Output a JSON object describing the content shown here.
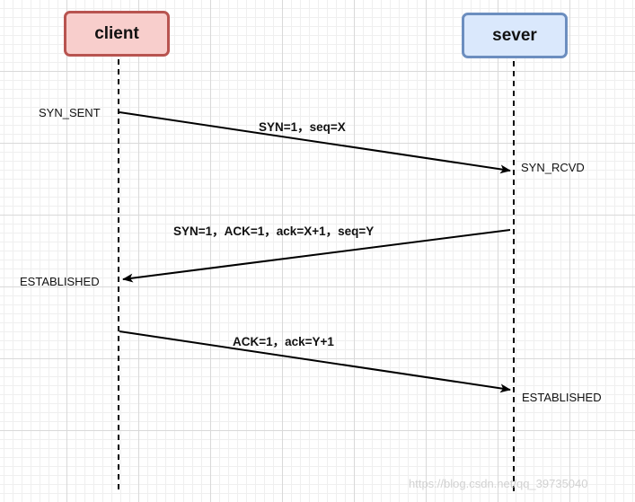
{
  "actors": {
    "client": "client",
    "server": "sever"
  },
  "states": {
    "client_syn_sent": "SYN_SENT",
    "server_syn_rcvd": "SYN_RCVD",
    "client_established": "ESTABLISHED",
    "server_established": "ESTABLISHED"
  },
  "messages": [
    {
      "label": "SYN=1，seq=X",
      "from": "client",
      "to": "server"
    },
    {
      "label": "SYN=1，ACK=1，ack=X+1，seq=Y",
      "from": "server",
      "to": "client"
    },
    {
      "label": "ACK=1，ack=Y+1",
      "from": "client",
      "to": "server"
    }
  ],
  "watermark": "https://blog.csdn.net/qq_39735040",
  "colors": {
    "client_fill": "#f8cecc",
    "client_border": "#b85450",
    "server_fill": "#dae8fc",
    "server_border": "#6c8ebf",
    "line": "#000000"
  }
}
